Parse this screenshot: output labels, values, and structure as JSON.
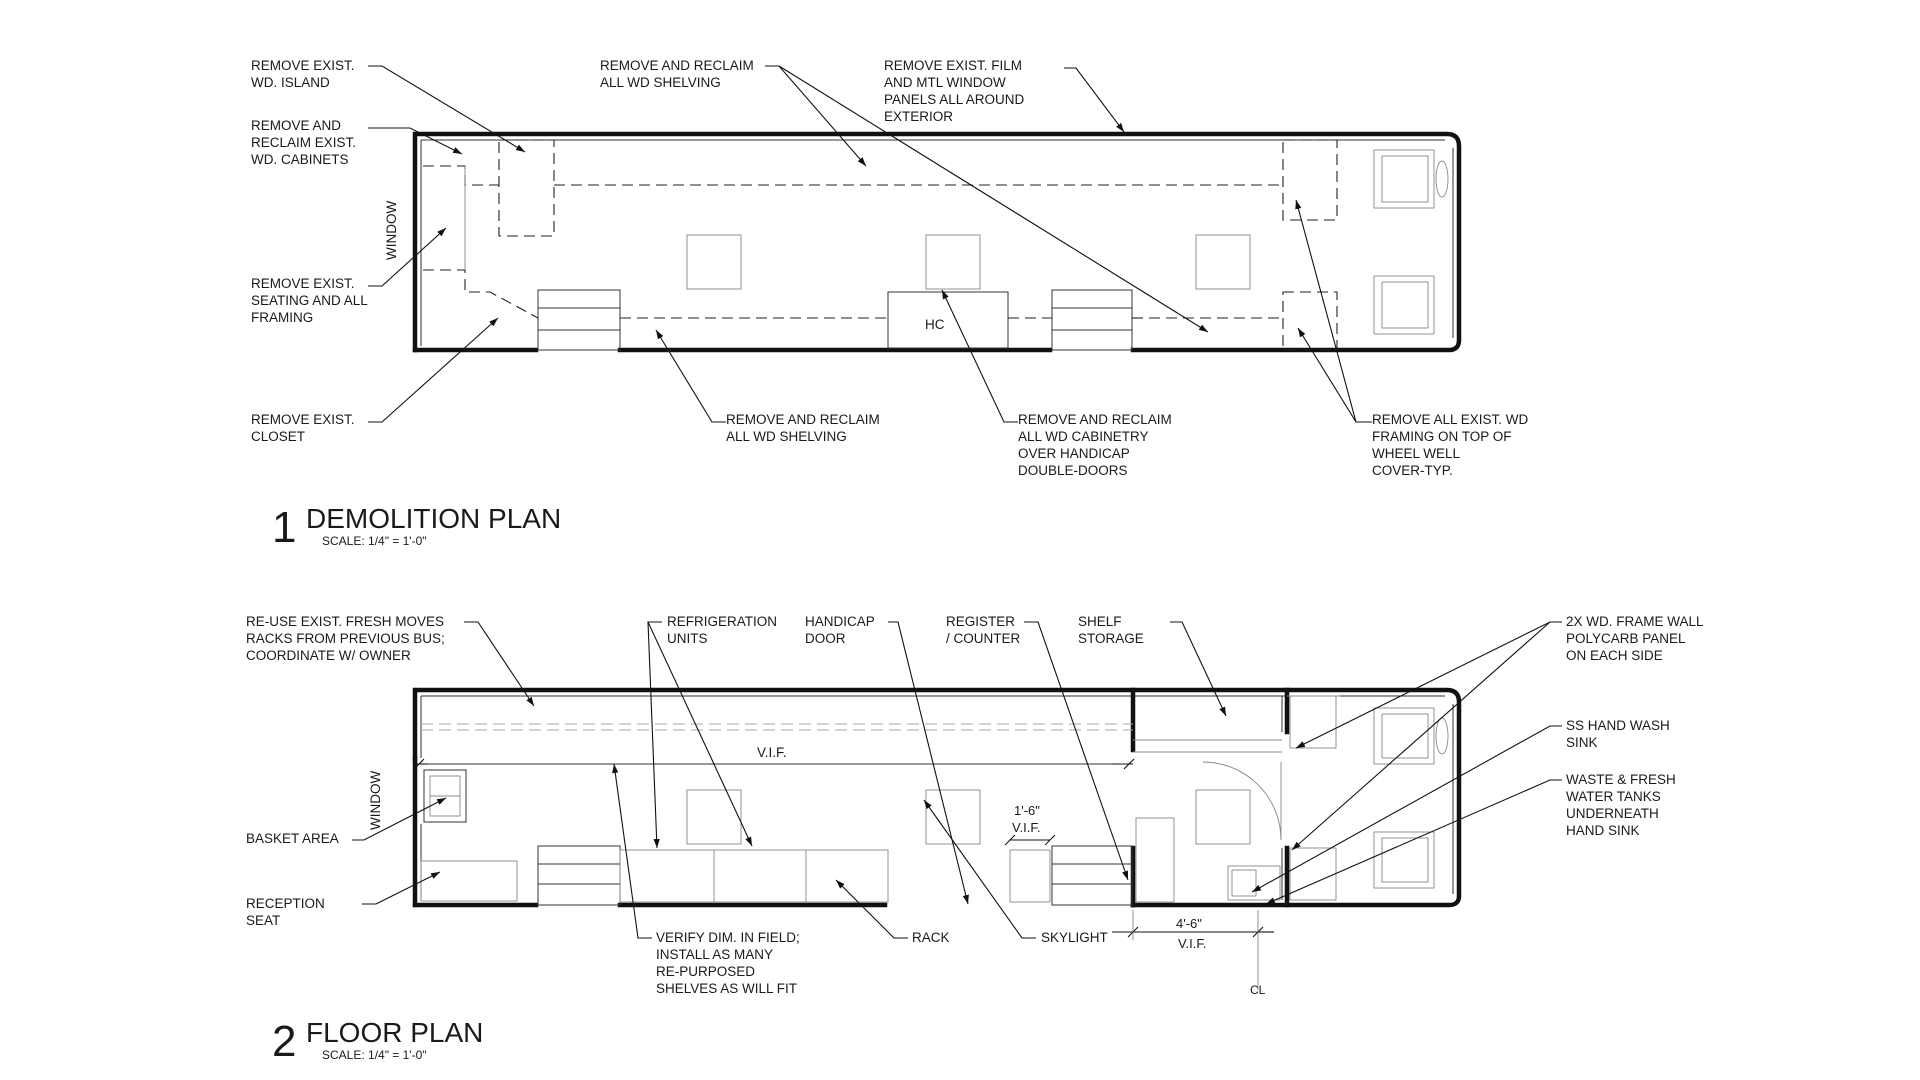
{
  "plans": [
    {
      "number": "1",
      "title": "DEMOLITION PLAN",
      "scale": "SCALE: 1/4\" = 1'-0\"",
      "window_label": "WINDOW",
      "room_labels": [
        "HC"
      ],
      "notes": [
        [
          "REMOVE EXIST.",
          "WD. ISLAND"
        ],
        [
          "REMOVE AND RECLAIM",
          "ALL WD SHELVING"
        ],
        [
          "REMOVE EXIST. FILM",
          "AND MTL WINDOW",
          "PANELS ALL AROUND",
          "EXTERIOR"
        ],
        [
          "REMOVE AND",
          "RECLAIM EXIST.",
          "WD. CABINETS"
        ],
        [
          "REMOVE EXIST.",
          "SEATING AND ALL",
          "FRAMING"
        ],
        [
          "REMOVE EXIST.",
          "CLOSET"
        ],
        [
          "REMOVE AND RECLAIM",
          "ALL WD SHELVING"
        ],
        [
          "REMOVE AND RECLAIM",
          "ALL WD CABINETRY",
          "OVER HANDICAP",
          "DOUBLE-DOORS"
        ],
        [
          "REMOVE ALL EXIST. WD",
          "FRAMING ON TOP OF",
          "WHEEL WELL",
          "COVER-TYP."
        ]
      ]
    },
    {
      "number": "2",
      "title": "FLOOR PLAN",
      "scale": "SCALE: 1/4\" = 1'-0\"",
      "window_label": "WINDOW",
      "notes": [
        [
          "RE-USE EXIST. FRESH MOVES",
          "RACKS FROM  PREVIOUS BUS;",
          "COORDINATE W/ OWNER"
        ],
        [
          "REFRIGERATION",
          "UNITS"
        ],
        [
          "HANDICAP",
          "DOOR"
        ],
        [
          "REGISTER",
          "/ COUNTER"
        ],
        [
          "SHELF",
          "STORAGE"
        ],
        [
          "2X WD. FRAME WALL",
          "POLYCARB PANEL",
          "ON EACH SIDE"
        ],
        [
          "SS HAND WASH",
          "SINK"
        ],
        [
          "WASTE & FRESH",
          "WATER TANKS",
          "UNDERNEATH",
          "HAND SINK"
        ],
        [
          "BASKET AREA"
        ],
        [
          "RECEPTION",
          "SEAT"
        ],
        [
          "VERIFY DIM. IN FIELD;",
          "INSTALL AS MANY",
          "RE-PURPOSED",
          "SHELVES AS WILL FIT"
        ],
        [
          "RACK"
        ],
        [
          "SKYLIGHT"
        ]
      ],
      "dimensions": [
        "V.I.F.",
        "1'-6\"",
        "V.I.F.",
        "4'-6\"",
        "V.I.F."
      ],
      "centerline_symbol": "CL"
    }
  ]
}
